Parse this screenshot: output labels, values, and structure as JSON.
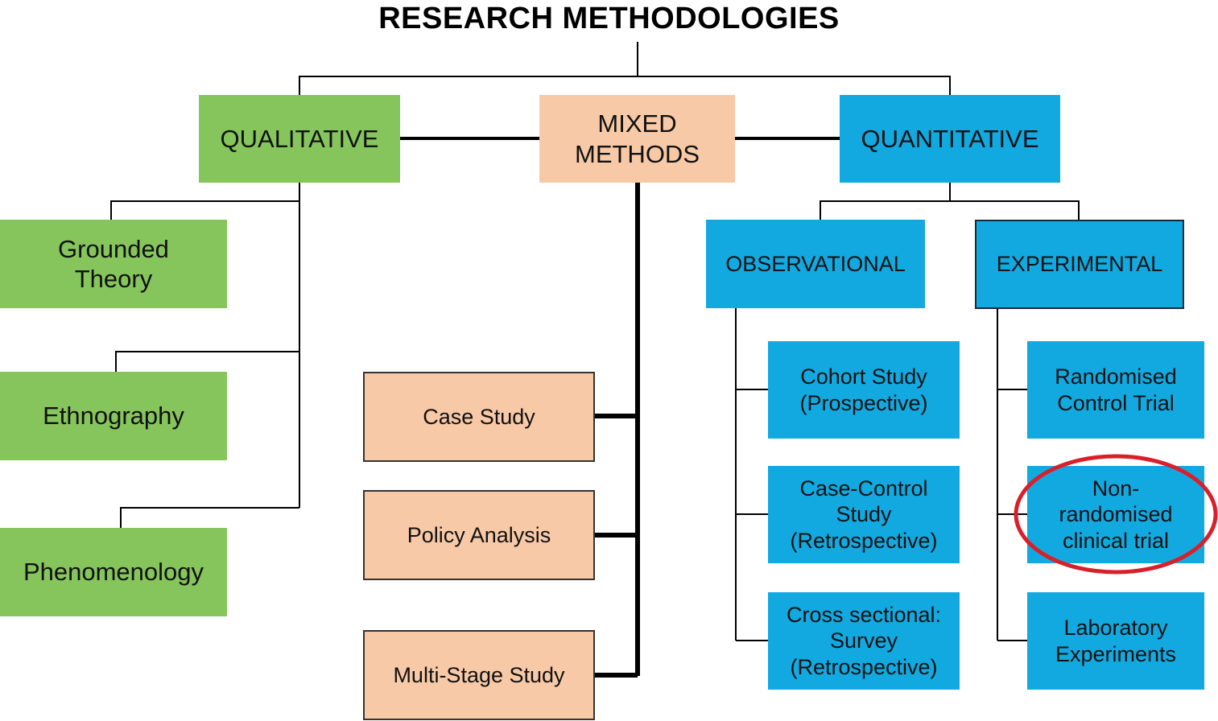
{
  "title": "RESEARCH METHODOLOGIES",
  "colors": {
    "qualitative": "#86c55c",
    "mixed": "#f8c9a6",
    "quantitative": "#12a9e1",
    "highlight": "#d9202a",
    "line": "#000000"
  },
  "categories": {
    "qualitative": "QUALITATIVE",
    "mixed_line1": "MIXED",
    "mixed_line2": "METHODS",
    "quantitative": "QUANTITATIVE"
  },
  "quantitative_branches": {
    "observational": "OBSERVATIONAL",
    "experimental": "EXPERIMENTAL"
  },
  "qualitative_methods": [
    {
      "line1": "Grounded",
      "line2": "Theory"
    },
    {
      "line1": "Ethnography",
      "line2": ""
    },
    {
      "line1": "Phenomenology",
      "line2": ""
    }
  ],
  "mixed_methods": [
    "Case Study",
    "Policy Analysis",
    "Multi-Stage Study"
  ],
  "observational_methods": [
    {
      "line1": "Cohort Study",
      "line2": "(Prospective)",
      "line3": ""
    },
    {
      "line1": "Case-Control",
      "line2": "Study",
      "line3": "(Retrospective)"
    },
    {
      "line1": "Cross sectional:",
      "line2": "Survey",
      "line3": "(Retrospective)"
    }
  ],
  "experimental_methods": [
    {
      "line1": "Randomised",
      "line2": "Control Trial",
      "line3": ""
    },
    {
      "line1": "Non-",
      "line2": "randomised",
      "line3": "clinical trial"
    },
    {
      "line1": "Laboratory",
      "line2": "Experiments",
      "line3": ""
    }
  ]
}
